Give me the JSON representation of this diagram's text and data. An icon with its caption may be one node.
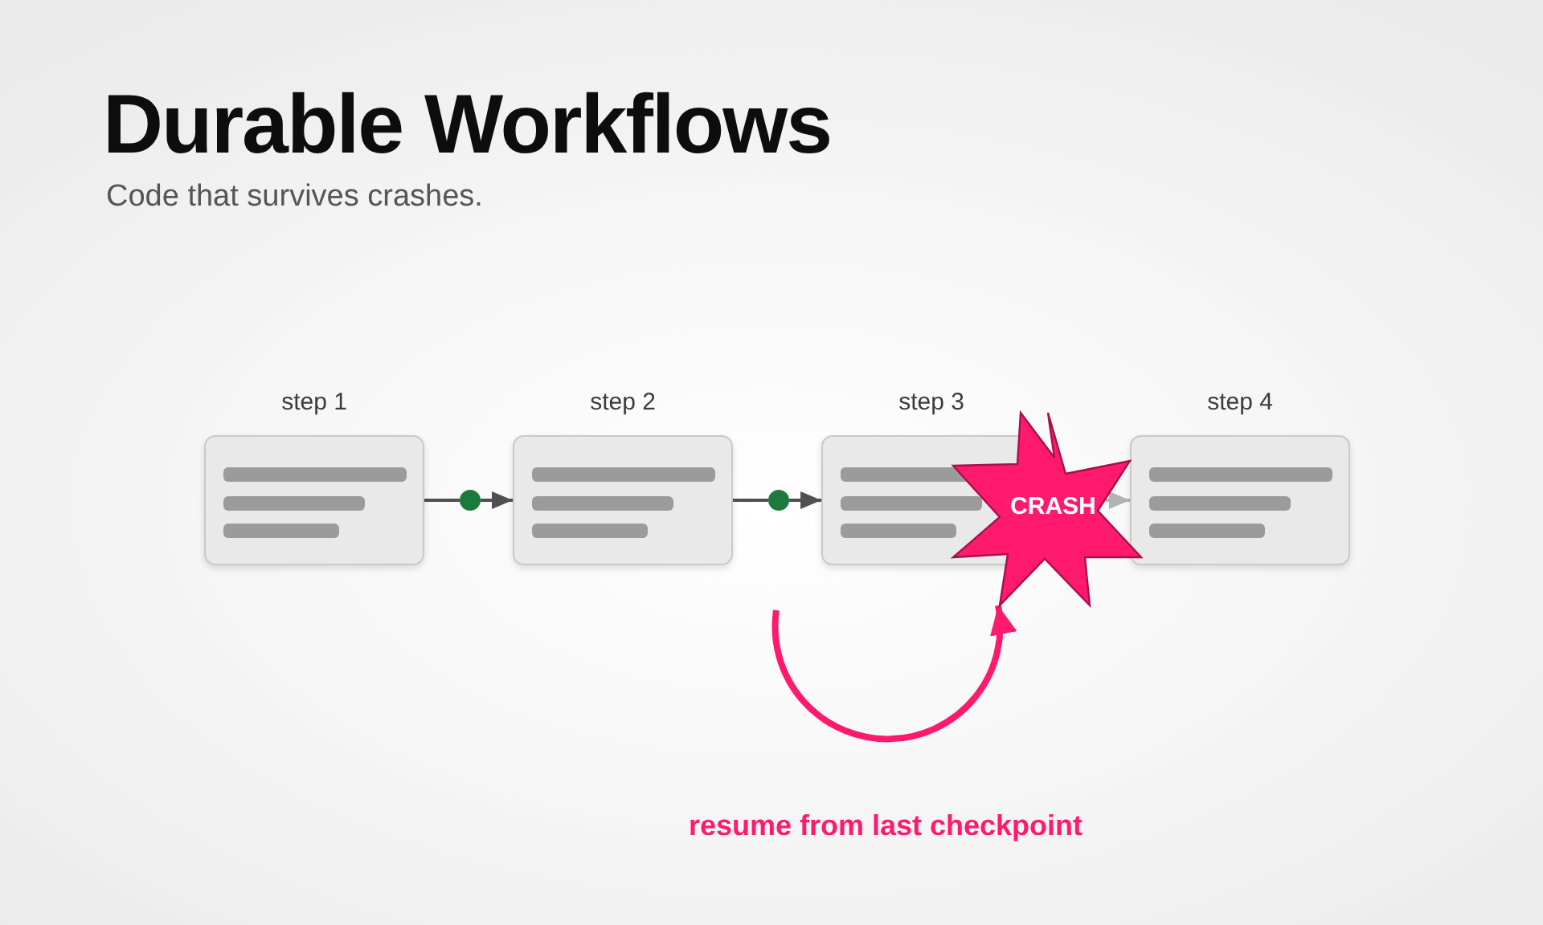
{
  "diagram": {
    "title": "Durable Workflows",
    "nodes": [
      {
        "text": [
          "step 1"
        ]
      },
      {
        "text": [],
        "shape": "circle"
      },
      {
        "text": [
          "step 2"
        ]
      },
      {
        "text": [],
        "shape": "circle"
      },
      {
        "text": [
          "step 3"
        ]
      },
      {
        "text": [
          "CRASH"
        ]
      },
      {
        "text": [
          "step 4"
        ]
      }
    ],
    "edges": [
      {
        "from": 0,
        "to": 1,
        "arrow": "none"
      },
      {
        "from": 1,
        "to": 2,
        "arrow": "to"
      },
      {
        "from": 2,
        "to": 3,
        "arrow": "none"
      },
      {
        "from": 3,
        "to": 4,
        "arrow": "to"
      },
      {
        "from": 5,
        "to": 6,
        "arrow": "to",
        "color": "#b3b3b3"
      },
      {
        "from": null,
        "to": 5,
        "arrow": "to",
        "style": "thick",
        "color": "#ff1a6e"
      }
    ],
    "labels": [
      "Code that survives crashes.",
      "resume from last checkpoint"
    ]
  }
}
